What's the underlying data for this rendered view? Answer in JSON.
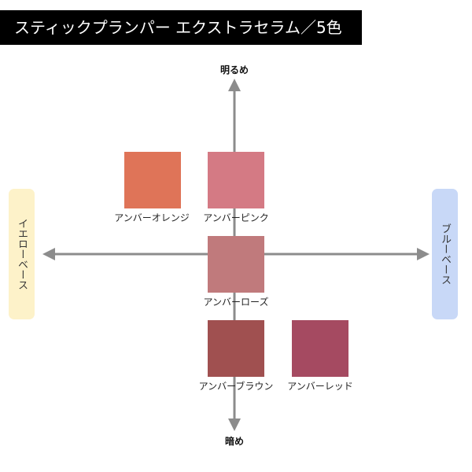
{
  "title": "スティックプランパー エクストラセラム／5色",
  "axes": {
    "top": "明るめ",
    "bottom": "暗め",
    "left": "イエローベース",
    "right": "ブルーベース"
  },
  "colors": {
    "yellow_base": "#fdf2c9",
    "blue_base": "#c8d8f7",
    "axis": "#8c8c8c"
  },
  "swatches": [
    {
      "label": "アンバーオレンジ",
      "color": "#df7458"
    },
    {
      "label": "アンバーピンク",
      "color": "#d47a84"
    },
    {
      "label": "アンバーローズ",
      "color": "#c07a7c"
    },
    {
      "label": "アンバーブラウン",
      "color": "#a05050"
    },
    {
      "label": "アンバーレッド",
      "color": "#a54a61"
    }
  ]
}
